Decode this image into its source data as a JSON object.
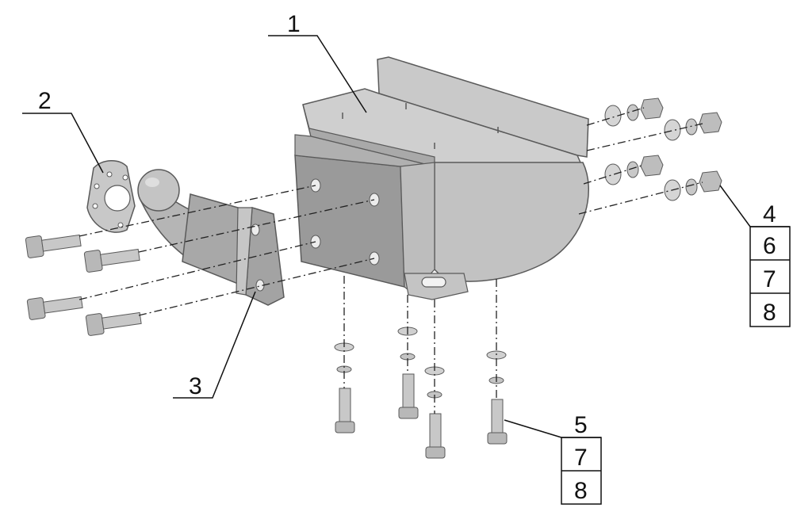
{
  "figure": {
    "type": "exploded-assembly-drawing",
    "colors": {
      "part_fill": "#b9b9b9",
      "part_dark": "#8f8f8f",
      "part_light": "#d3d3d3",
      "edge": "#5a5a5a",
      "line": "#111111"
    }
  },
  "callouts": {
    "c1": "1",
    "c2": "2",
    "c3": "3",
    "stack_nuts": [
      "4",
      "6",
      "7",
      "8"
    ],
    "stack_bolts": [
      "5",
      "7",
      "8"
    ]
  }
}
